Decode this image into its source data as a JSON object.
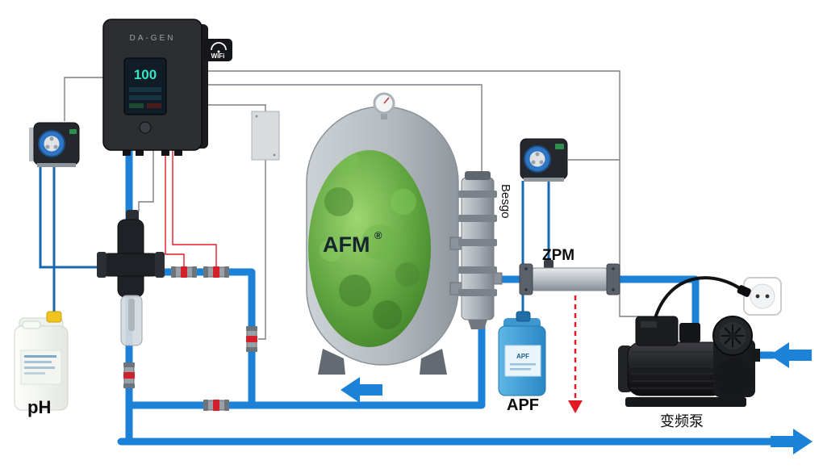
{
  "controller": {
    "brand": "DA-GEN",
    "screen_value": "100"
  },
  "wifi": {
    "label": "WiFi"
  },
  "tank": {
    "label": "AFM",
    "registered_mark": "®"
  },
  "backwash_valve": {
    "label": "Besgo"
  },
  "static_mixer": {
    "label": "ZPM"
  },
  "ph_container": {
    "label": "pH"
  },
  "apf_container": {
    "label": "APF",
    "can_label": "APF"
  },
  "pump": {
    "label": "变频泵"
  },
  "colors": {
    "pipe_blue": "#1b82d8",
    "waste_red": "#e01b24",
    "media_green": "#5ca23d",
    "tank_gray": "#b4bac0"
  }
}
